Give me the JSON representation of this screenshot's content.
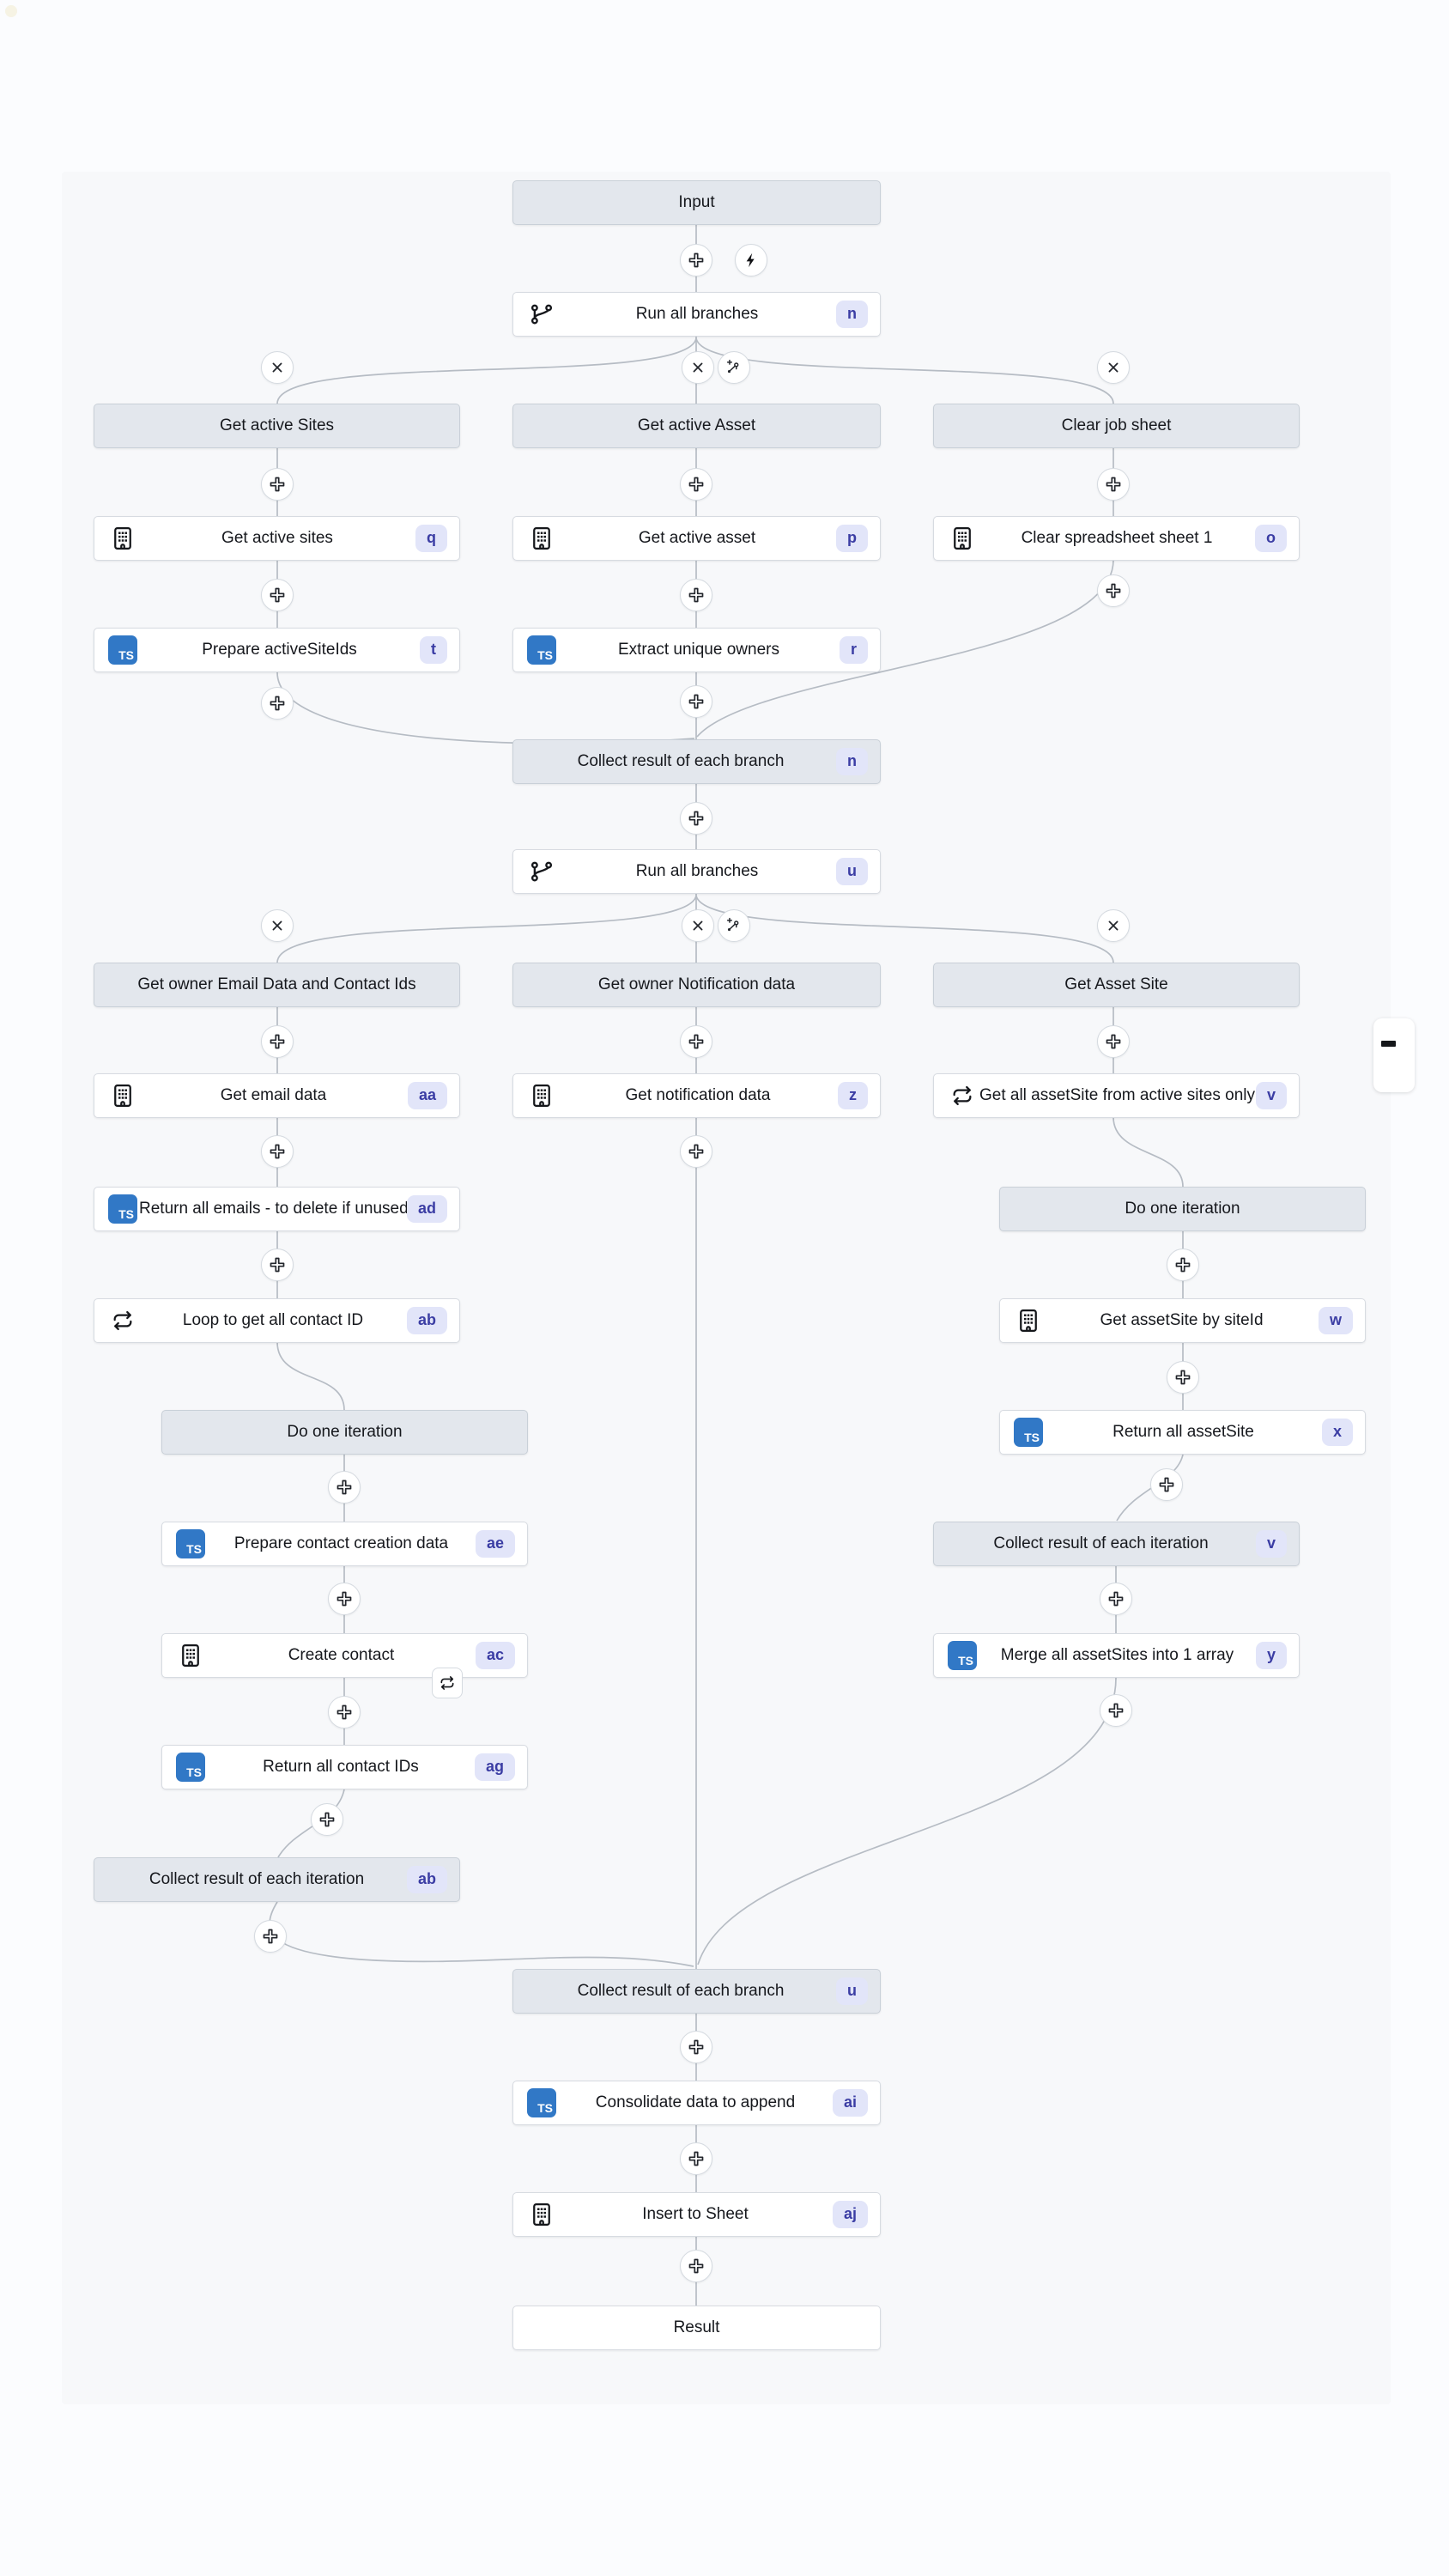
{
  "colors": {
    "page-bg": "#fbfcfe",
    "canvas-bg": "#f7f8fa",
    "line": "#b6bcc4",
    "node-bg": "#ffffff",
    "node-border": "#d7dbe1",
    "gray-bg": "#e3e7ed",
    "gray-border": "#c9d0d8",
    "badge-bg": "#e2e5f9",
    "badge-text": "#3b3da4",
    "ts-blue": "#3178c6",
    "ink": "#16181d"
  },
  "icons": {
    "ts_label": "TS"
  },
  "nodes": {
    "input": {
      "label": "Input"
    },
    "run_all_branches_1": {
      "label": "Run all branches",
      "badge": "n"
    },
    "get_active_sites_header": {
      "label": "Get active Sites"
    },
    "get_active_asset_header": {
      "label": "Get active Asset"
    },
    "clear_job_sheet_header": {
      "label": "Clear job sheet"
    },
    "get_active_sites": {
      "label": "Get active sites",
      "badge": "q"
    },
    "get_active_asset": {
      "label": "Get active asset",
      "badge": "p"
    },
    "clear_spreadsheet": {
      "label": "Clear spreadsheet sheet 1",
      "badge": "o"
    },
    "prepare_activesiteids": {
      "label": "Prepare activeSiteIds",
      "badge": "t"
    },
    "extract_unique_owners": {
      "label": "Extract unique owners",
      "badge": "r"
    },
    "collect_branch_1": {
      "label": "Collect result of each branch",
      "badge": "n"
    },
    "run_all_branches_2": {
      "label": "Run all branches",
      "badge": "u"
    },
    "get_owner_email_header": {
      "label": "Get owner Email Data and Contact Ids"
    },
    "get_owner_notification_header": {
      "label": "Get owner Notification data"
    },
    "get_asset_site_header": {
      "label": "Get Asset Site"
    },
    "get_email_data": {
      "label": "Get email data",
      "badge": "aa"
    },
    "get_notification_data": {
      "label": "Get notification data",
      "badge": "z"
    },
    "get_all_assetsite": {
      "label": "Get all assetSite from active sites only",
      "badge": "v"
    },
    "return_all_emails": {
      "label": "Return all emails - to delete if unused",
      "badge": "ad"
    },
    "do_one_iteration_right": {
      "label": "Do one iteration"
    },
    "loop_contact_id": {
      "label": "Loop to get all contact ID",
      "badge": "ab"
    },
    "get_assetsite_by_siteid": {
      "label": "Get assetSite by siteId",
      "badge": "w"
    },
    "do_one_iteration_left": {
      "label": "Do one iteration"
    },
    "return_all_assetsite": {
      "label": "Return all assetSite",
      "badge": "x"
    },
    "prepare_contact_creation": {
      "label": "Prepare contact creation data",
      "badge": "ae"
    },
    "collect_iteration_right": {
      "label": "Collect result of each iteration",
      "badge": "v"
    },
    "create_contact": {
      "label": "Create contact",
      "badge": "ac"
    },
    "merge_assetsites": {
      "label": "Merge all assetSites into 1 array",
      "badge": "y"
    },
    "return_all_contact_ids": {
      "label": "Return all contact IDs",
      "badge": "ag"
    },
    "collect_iteration_left": {
      "label": "Collect result of each iteration",
      "badge": "ab"
    },
    "collect_branch_2": {
      "label": "Collect result of each branch",
      "badge": "u"
    },
    "consolidate_data": {
      "label": "Consolidate data to append",
      "badge": "ai"
    },
    "insert_to_sheet": {
      "label": "Insert to Sheet",
      "badge": "aj"
    },
    "result": {
      "label": "Result"
    }
  }
}
